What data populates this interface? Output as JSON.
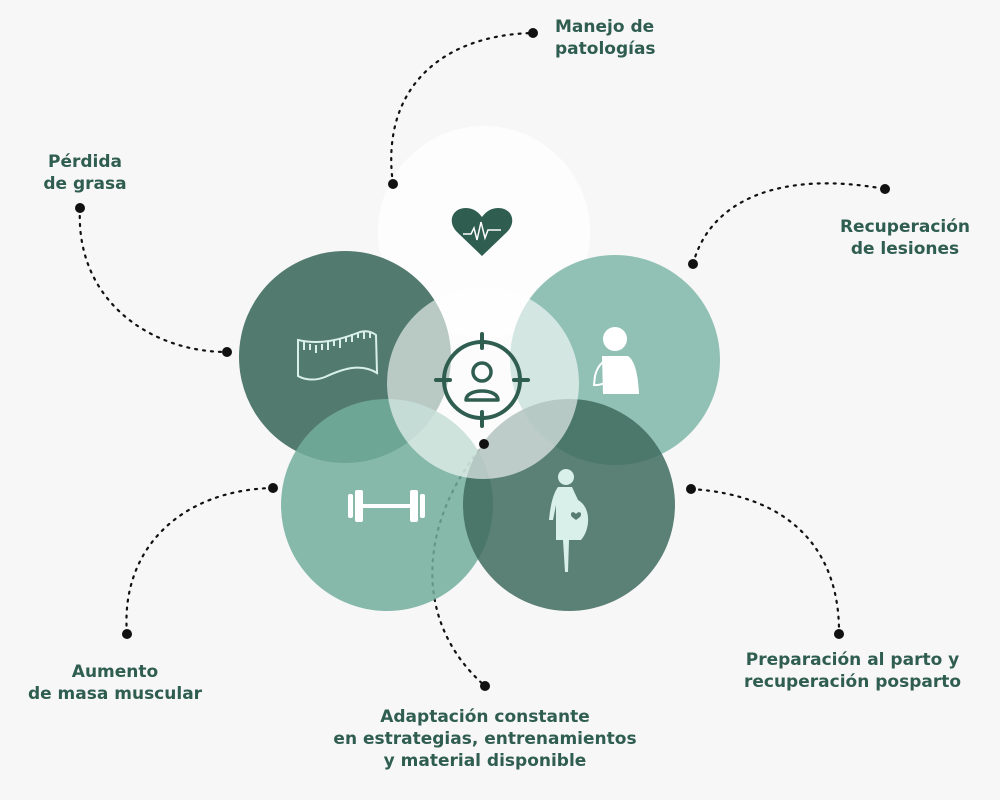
{
  "colors": {
    "background": "#f7f7f7",
    "text": "#2f5d50",
    "dark": "#4c7468",
    "light": "#86bcae",
    "icon": "#2f5d50"
  },
  "labels": {
    "manejo": [
      "Manejo de",
      "patologías"
    ],
    "perdida": [
      "Pérdida",
      "de grasa"
    ],
    "recuperacion": [
      "Recuperación",
      "de lesiones"
    ],
    "aumento": [
      "Aumento",
      "de masa muscular"
    ],
    "preparacion": [
      "Preparación al parto y",
      "recuperación posparto"
    ],
    "adaptacion": [
      "Adaptación constante",
      "en estrategias, entrenamientos",
      "y material disponible"
    ]
  },
  "icons": [
    "heart-pulse-icon",
    "measuring-tape-icon",
    "arm-sling-icon",
    "target-user-icon",
    "dumbbell-icon",
    "pregnant-woman-icon"
  ]
}
